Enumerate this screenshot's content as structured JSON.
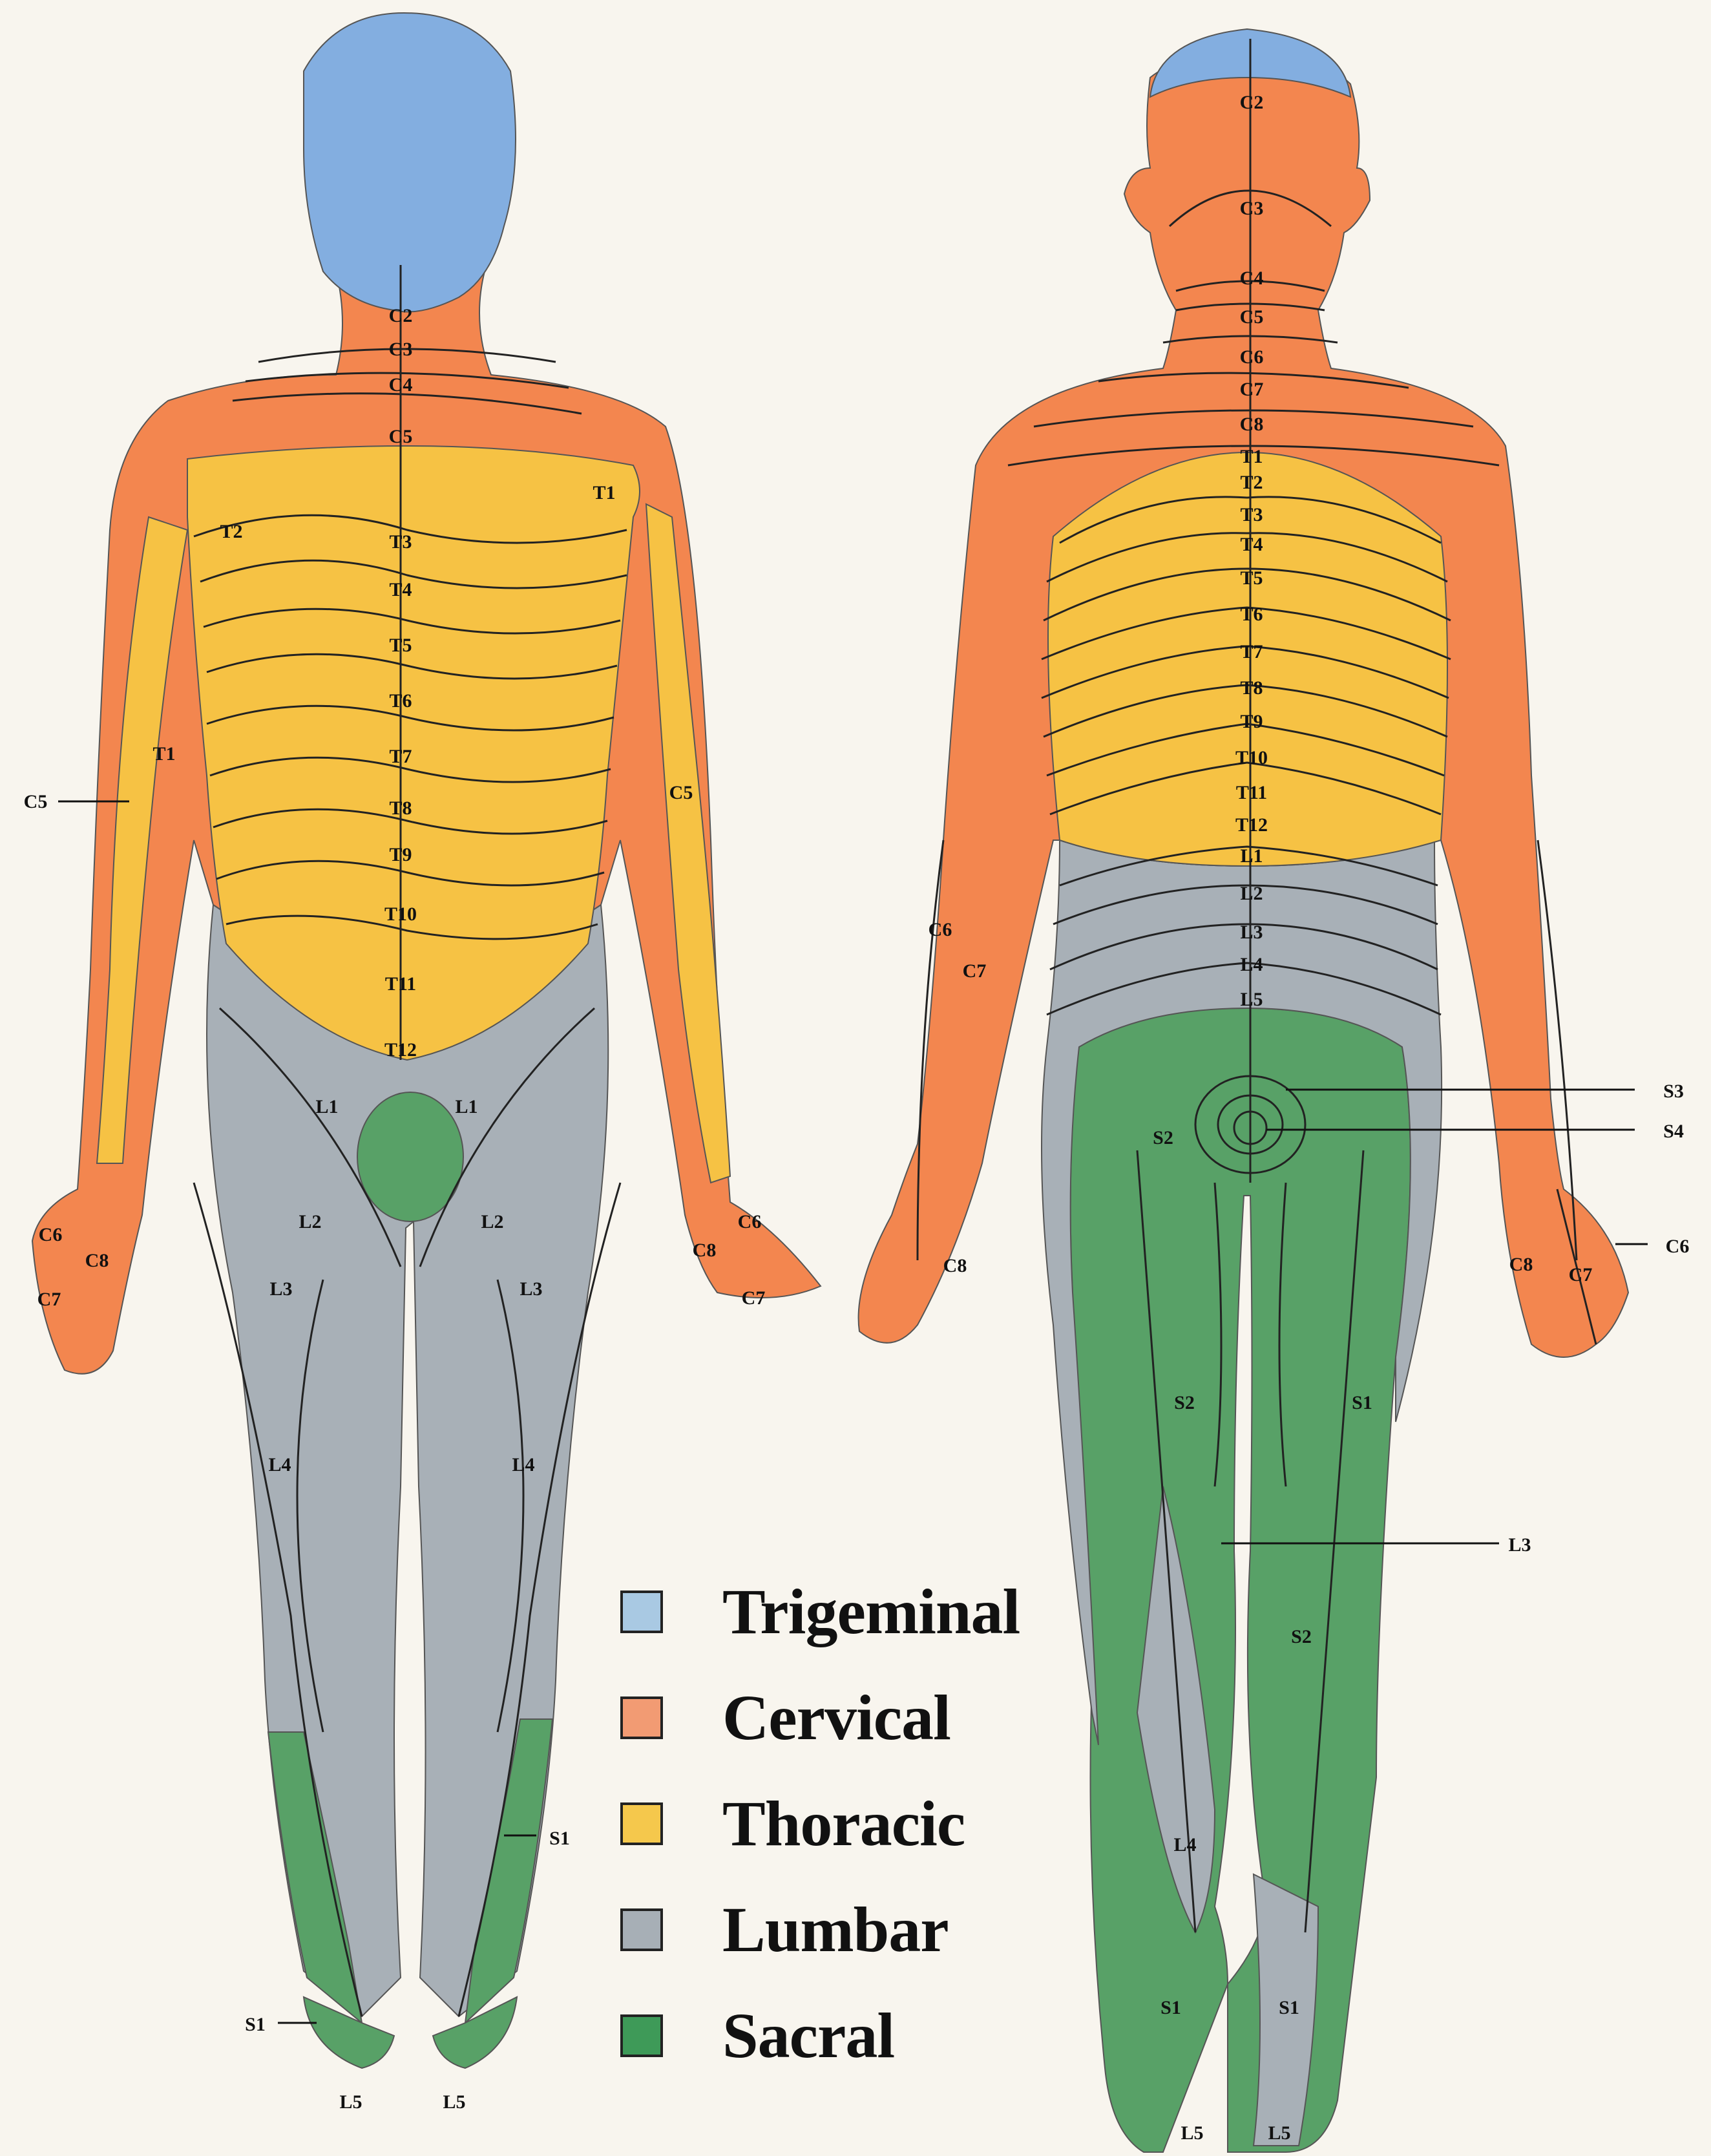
{
  "legend": [
    {
      "label": "Trigeminal",
      "color": "#a9c9e3"
    },
    {
      "label": "Cervical",
      "color": "#f29b73"
    },
    {
      "label": "Thoracic",
      "color": "#f5c84c"
    },
    {
      "label": "Lumbar",
      "color": "#a7afb6"
    },
    {
      "label": "Sacral",
      "color": "#3e9a58"
    }
  ],
  "region_colors": {
    "trigeminal": "#83aee0",
    "cervical": "#f3864f",
    "thoracic": "#f6c244",
    "lumbar": "#a8b0b7",
    "sacral": "#58a167"
  },
  "front_labels": {
    "c2": "C2",
    "c3": "C3",
    "c4": "C4",
    "c5_mid": "C5",
    "t1_right": "T1",
    "t2": "T2",
    "t3": "T3",
    "t4": "T4",
    "t5": "T5",
    "t6": "T6",
    "t7": "T7",
    "t8": "T8",
    "t9": "T9",
    "t10": "T10",
    "t11": "T11",
    "t12": "T12",
    "t1_arm": "T1",
    "c5_left": "C5",
    "c5_right": "C5",
    "l1_left": "L1",
    "l1_right": "L1",
    "l2_left": "L2",
    "l2_right": "L2",
    "l3_left": "L3",
    "l3_right": "L3",
    "l4_left": "L4",
    "l4_right": "L4",
    "c6_left": "C6",
    "c8_left": "C8",
    "c7_left": "C7",
    "c6_right": "C6",
    "c8_right": "C8",
    "c7_right": "C7",
    "s1_right": "S1",
    "s1_left": "S1",
    "l5_left": "L5",
    "l5_right": "L5"
  },
  "back_labels": {
    "c2": "C2",
    "c3": "C3",
    "c4": "C4",
    "c5": "C5",
    "c6": "C6",
    "c7": "C7",
    "c8": "C8",
    "t1": "T1",
    "t2": "T2",
    "t3": "T3",
    "t4": "T4",
    "t5": "T5",
    "t6": "T6",
    "t7": "T7",
    "t8": "T8",
    "t9": "T9",
    "t10": "T10",
    "t11": "T11",
    "t12": "T12",
    "l1": "L1",
    "l2": "L2",
    "l3": "L3",
    "l4": "L4",
    "l5": "L5",
    "s3": "S3",
    "s4": "S4",
    "s2_buttock": "S2",
    "s2_thigh": "S2",
    "s1_thigh": "S1",
    "l3_pointer": "L3",
    "s2_calf": "S2",
    "l4_calf": "L4",
    "s1_left": "S1",
    "s1_right": "S1",
    "l5_left": "L5",
    "l5_right": "L5",
    "c6_arm": "C6",
    "c7_arm": "C7",
    "c8_left": "C8",
    "c8_right": "C8",
    "c7_right": "C7",
    "c6_right": "C6"
  }
}
